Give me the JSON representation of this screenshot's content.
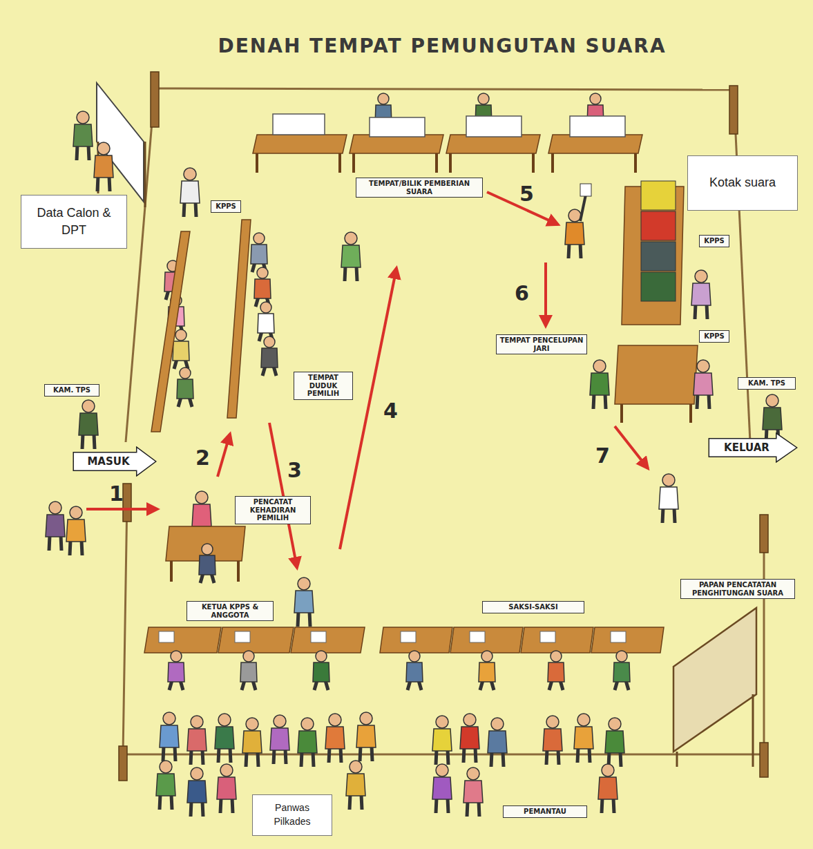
{
  "diagram": {
    "title": "DENAH TEMPAT PEMUNGUTAN SUARA",
    "nodes": [
      {
        "text": [
          "Data Calon & DPT"
        ]
      },
      {
        "text": [
          "KPPS"
        ]
      },
      {
        "text": [
          "TEMPAT/BILIK PEMBERIAN SUARA"
        ]
      },
      {
        "text": [
          "Kotak suara"
        ]
      },
      {
        "text": [
          "KPPS"
        ]
      },
      {
        "text": [
          "TEMPAT DUDUK PEMILIH"
        ]
      },
      {
        "text": [
          "KPPS"
        ]
      },
      {
        "text": [
          "TEMPAT PENCELUPAN JARI"
        ]
      },
      {
        "text": [
          "KAM. TPS"
        ]
      },
      {
        "text": [
          "KAM. TPS"
        ]
      },
      {
        "text": [
          "MASUK"
        ]
      },
      {
        "text": [
          "KELUAR"
        ]
      },
      {
        "text": [
          "PENCATAT KEHADIRAN PEMILIH"
        ]
      },
      {
        "text": [
          "KETUA KPPS & ANGGOTA"
        ]
      },
      {
        "text": [
          "SAKSI-SAKSI"
        ]
      },
      {
        "text": [
          "PAPAN PENCATATAN PENGHITUNGAN SUARA"
        ]
      },
      {
        "text": [
          "Panwas Pilkades"
        ]
      },
      {
        "text": [
          "PEMANTAU"
        ]
      }
    ],
    "labels": [
      "1",
      "2",
      "3",
      "4",
      "5",
      "6",
      "7"
    ]
  }
}
